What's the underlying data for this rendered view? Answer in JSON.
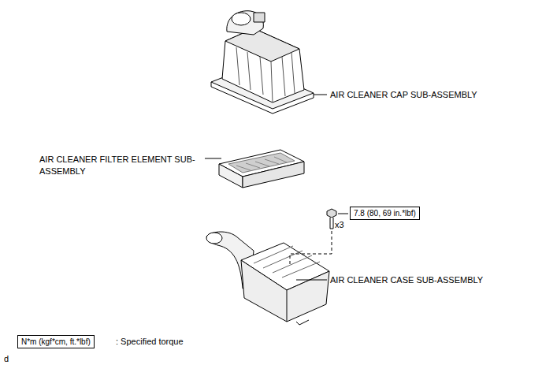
{
  "diagram": {
    "nodes": [
      {
        "text": [
          "7.8 (80, 69 in.*lbf)"
        ]
      },
      {
        "text": [
          "N*m (kgf*cm, ft.*lbf)"
        ]
      }
    ],
    "labels": [
      "AIR CLEANER CAP SUB-ASSEMBLY",
      "AIR CLEANER FILTER ELEMENT SUB-ASSEMBLY",
      "x3",
      "AIR CLEANER CASE SUB-ASSEMBLY",
      ": Specified torque",
      "d"
    ]
  }
}
